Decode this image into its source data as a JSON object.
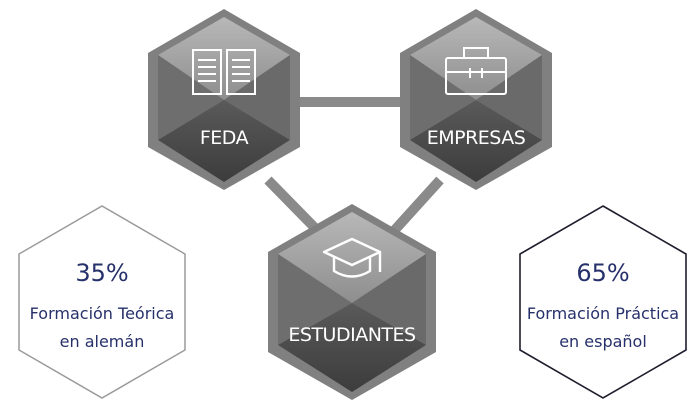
{
  "nodes": {
    "feda": {
      "label": "FEDA",
      "icon": "book-icon"
    },
    "empresas": {
      "label": "EMPRESAS",
      "icon": "briefcase-icon"
    },
    "estudiantes": {
      "label": "ESTUDIANTES",
      "icon": "graduation-cap-icon"
    }
  },
  "stats": {
    "theory": {
      "percent": "35%",
      "line1": "Formación Teórica",
      "line2": "en alemán"
    },
    "practice": {
      "percent": "65%",
      "line1": "Formación Práctica",
      "line2": "en español"
    }
  },
  "colors": {
    "connector": "#8a8a8a",
    "hex_outer": "#7a7a7a",
    "hex_top": "#a8a8a8",
    "hex_bottom": "#4a4a4a",
    "stat_text": "#26306a",
    "stat_border_light": "#9a9a9a",
    "stat_border_dark": "#1e1e2e"
  }
}
